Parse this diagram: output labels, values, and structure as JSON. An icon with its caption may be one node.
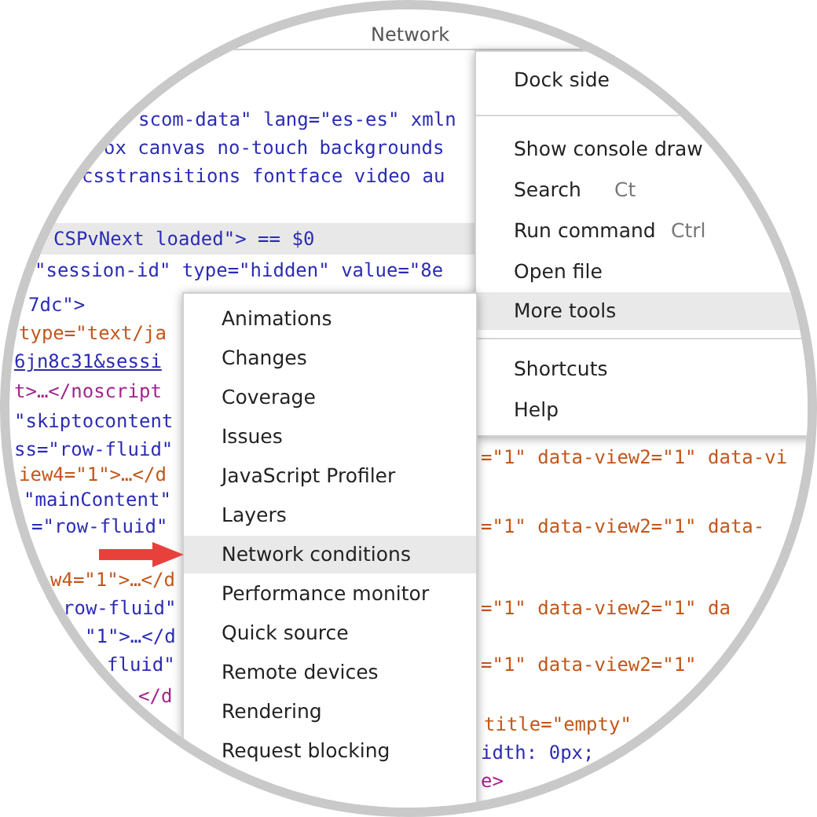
{
  "diagram": {
    "nodes": [
      {
        "text": [],
        "shape": "box"
      },
      {
        "text": [
          "Dock side"
        ],
        "in": 0
      },
      {
        "text": [
          "Show console draw"
        ],
        "in": 0
      },
      {
        "text": [
          "Search"
        ],
        "in": 0,
        "beside": [
          "Ct"
        ]
      },
      {
        "text": [
          "Run command"
        ],
        "in": 0,
        "beside": [
          "Ctrl"
        ]
      },
      {
        "text": [
          "Open file"
        ],
        "in": 0
      },
      {
        "text": [
          "More tools"
        ],
        "in": 0
      },
      {
        "text": [
          "Shortcuts"
        ],
        "in": 0
      },
      {
        "text": [
          "Help"
        ],
        "in": 0
      },
      {
        "text": [],
        "shape": "box"
      },
      {
        "text": [
          "Animations"
        ],
        "in": 9
      },
      {
        "text": [
          "Changes"
        ],
        "in": 9
      },
      {
        "text": [
          "Coverage"
        ],
        "in": 9
      },
      {
        "text": [
          "Issues"
        ],
        "in": 9
      },
      {
        "text": [
          "JavaScript Profiler"
        ],
        "in": 9
      },
      {
        "text": [
          "Layers"
        ],
        "in": 9
      },
      {
        "text": [
          "Network conditions"
        ],
        "in": 9
      },
      {
        "text": [
          "Performance monitor"
        ],
        "in": 9
      },
      {
        "text": [
          "Quick source"
        ],
        "in": 9
      },
      {
        "text": [
          "Remote devices"
        ],
        "in": 9
      },
      {
        "text": [
          "Rendering"
        ],
        "in": 9
      },
      {
        "text": [
          "Request blocking"
        ],
        "in": 9
      }
    ],
    "edges": [
      {
        "from": null,
        "to": 16,
        "arrow": "to"
      }
    ],
    "labels": [
      "Network",
      "scom-data\" lang=\"es-es\" xmln",
      "ox canvas no-touch backgrounds",
      "csstransitions fontface video au",
      "CSPvNext loaded\"> == $0",
      "\"session-id\" type=\"hidden\" value=\"8e",
      "7dc\">",
      "type=\"text/ja",
      "6jn8c31&sessi",
      "t>…</noscript",
      "\"skiptocontent",
      "ss=\"row-fluid\"",
      "=\"1\" data-view2=\"1\" data-vi",
      "iew4=\"1\">…</d",
      "\"mainContent\"",
      "=\"row-fluid\"",
      "=\"1\" data-view2=\"1\" data-",
      "w4=\"1\">…</d",
      "row-fluid\"",
      "=\"1\" data-view2=\"1\" da",
      "\"1\">…</d",
      "fluid\"",
      "=\"1\" data-view2=\"1\"",
      "</d",
      "title=\"empty\"",
      "idth: 0px;",
      "e>"
    ]
  }
}
